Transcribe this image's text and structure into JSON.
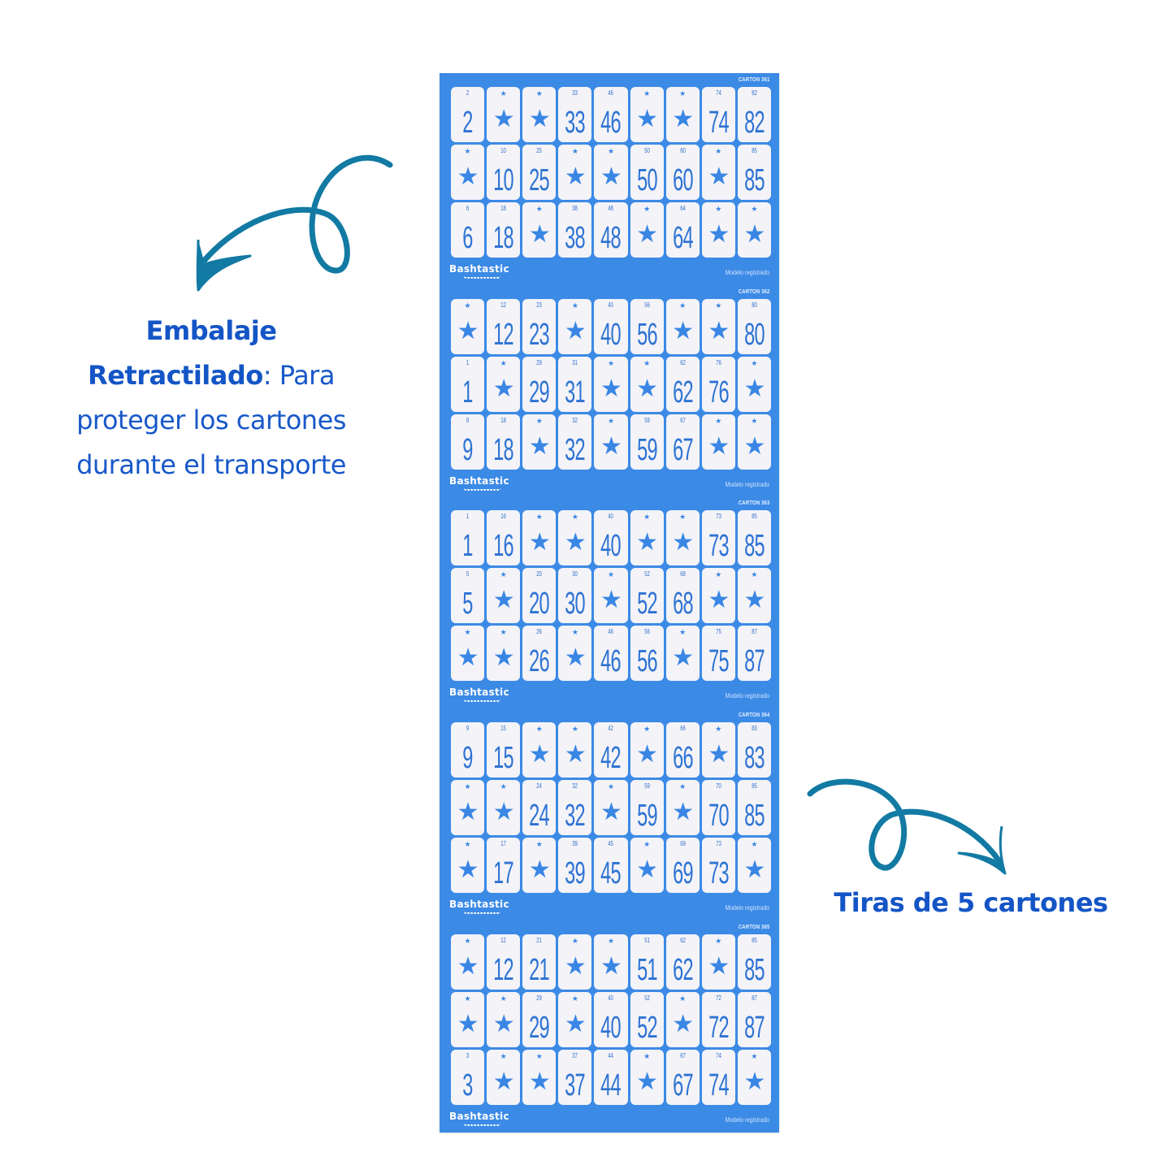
{
  "colors": {
    "sheet": "#3b8ae6",
    "cell": "#f4f3f7",
    "number": "#2d73d4",
    "text_blue": "#1455c6",
    "arrow": "#127aa3"
  },
  "annotations": {
    "left": {
      "bold_line1": "Embalaje",
      "bold_line2": "Retractilado",
      "rest": ": Para proteger los cartones durante el transporte",
      "line2_tail": ": Para",
      "line3": "proteger los cartones",
      "line4": "durante el transporte",
      "arrow_icon": "curly-arrow-down-left"
    },
    "right": {
      "text": "Tiras de 5 cartones",
      "arrow_icon": "curly-arrow-down-right"
    }
  },
  "brand": "Bashtastic",
  "registered_label": "Modelo registrado",
  "cards": [
    {
      "id": "CARTON 361",
      "rows": [
        [
          "2",
          "★",
          "★",
          "33",
          "46",
          "★",
          "★",
          "74",
          "82"
        ],
        [
          "★",
          "10",
          "25",
          "★",
          "★",
          "50",
          "60",
          "★",
          "85"
        ],
        [
          "6",
          "18",
          "★",
          "38",
          "48",
          "★",
          "64",
          "★",
          "★"
        ]
      ]
    },
    {
      "id": "CARTON 362",
      "rows": [
        [
          "★",
          "12",
          "23",
          "★",
          "40",
          "56",
          "★",
          "★",
          "80"
        ],
        [
          "1",
          "★",
          "29",
          "31",
          "★",
          "★",
          "62",
          "76",
          "★"
        ],
        [
          "9",
          "18",
          "★",
          "32",
          "★",
          "59",
          "67",
          "★",
          "★"
        ]
      ]
    },
    {
      "id": "CARTON 363",
      "rows": [
        [
          "1",
          "16",
          "★",
          "★",
          "40",
          "★",
          "★",
          "73",
          "85"
        ],
        [
          "5",
          "★",
          "20",
          "30",
          "★",
          "52",
          "68",
          "★",
          "★"
        ],
        [
          "★",
          "★",
          "26",
          "★",
          "46",
          "56",
          "★",
          "75",
          "87"
        ]
      ]
    },
    {
      "id": "CARTON 364",
      "rows": [
        [
          "9",
          "15",
          "★",
          "★",
          "42",
          "★",
          "66",
          "★",
          "83"
        ],
        [
          "★",
          "★",
          "24",
          "32",
          "★",
          "59",
          "★",
          "70",
          "85"
        ],
        [
          "★",
          "17",
          "★",
          "39",
          "45",
          "★",
          "69",
          "73",
          "★"
        ]
      ]
    },
    {
      "id": "CARTON 365",
      "rows": [
        [
          "★",
          "12",
          "21",
          "★",
          "★",
          "51",
          "62",
          "★",
          "85"
        ],
        [
          "★",
          "★",
          "29",
          "★",
          "40",
          "52",
          "★",
          "72",
          "87"
        ],
        [
          "3",
          "★",
          "★",
          "37",
          "44",
          "★",
          "67",
          "74",
          "★"
        ]
      ]
    }
  ]
}
